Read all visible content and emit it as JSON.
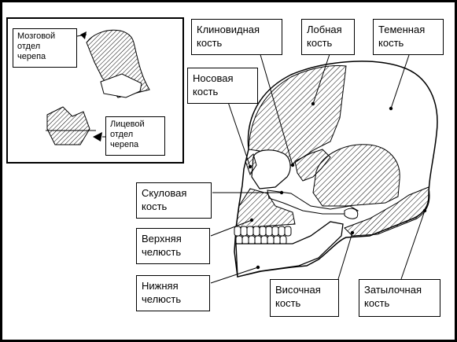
{
  "labels": {
    "sphenoid": "Клиновидная\nкость",
    "frontal": "Лобная\nкость",
    "parietal": "Теменная\nкость",
    "nasal": "Носовая\nкость",
    "zygomatic": "Скуловая\nкость",
    "maxilla": "Верхняя\nчелюсть",
    "mandible": "Нижняя\nчелюсть",
    "temporal": "Височная\nкость",
    "occipital": "Затылочная\nкость"
  },
  "inset": {
    "cranial": "Мозговой\nотдел\nчерепа",
    "facial": "Лицевой\nотдел\nчерепа"
  }
}
